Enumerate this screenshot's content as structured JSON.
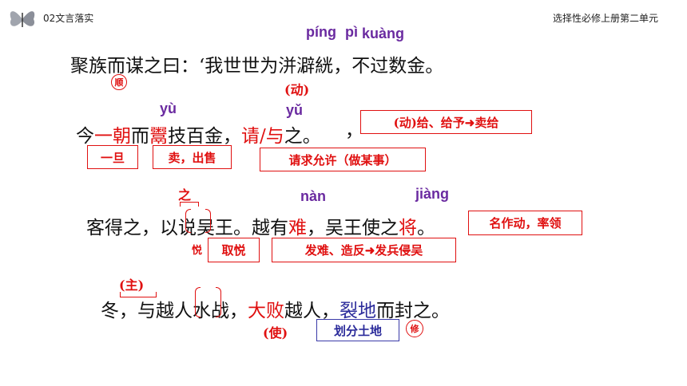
{
  "header": {
    "left": "02文言落实",
    "right": "选择性必修上册第二单元"
  },
  "line1": {
    "pinyin_a": "píng",
    "pinyin_b": "pì",
    "pinyin_c": "kuàng",
    "text": "聚族而谋之曰：‘我世世为洴澼絖，不过数金。",
    "circle": "顺",
    "above_note": "(动)"
  },
  "line2": {
    "pinyin_yu1": "yù",
    "pinyin_yu2": "yǔ",
    "p1": "今",
    "p2": "一朝",
    "p3": "而",
    "p4": "鬻",
    "p5": "技百金，",
    "p6": "请/与",
    "p7": "之。",
    "tail_comma": "，",
    "box_note": "(动)给、给予➜卖给",
    "box1": "一旦",
    "box2": "卖，出售",
    "box3": "请求允许（做某事）"
  },
  "line3": {
    "above_zhi": "之",
    "pinyin_nan": "nàn",
    "pinyin_jiang": "jiàng",
    "p1": "客得之，以",
    "p2": "说",
    "p3": "吴王。越有",
    "p4": "难",
    "p5": "，吴王使之",
    "p6": "将",
    "p7": "。",
    "box_right": "名作动，率领",
    "side_yue": "悦",
    "box1": "取悦",
    "box2": "发难、造反➜发兵侵吴"
  },
  "line4": {
    "above_note": "(主)",
    "p1": "冬，与越人",
    "p2": "水",
    "p3": "战，",
    "p4": "大败",
    "p5": "越人，",
    "p6": "裂地",
    "p7": "而封之。",
    "below_note": "(使)",
    "box1": "划分土地",
    "circle": "修"
  }
}
